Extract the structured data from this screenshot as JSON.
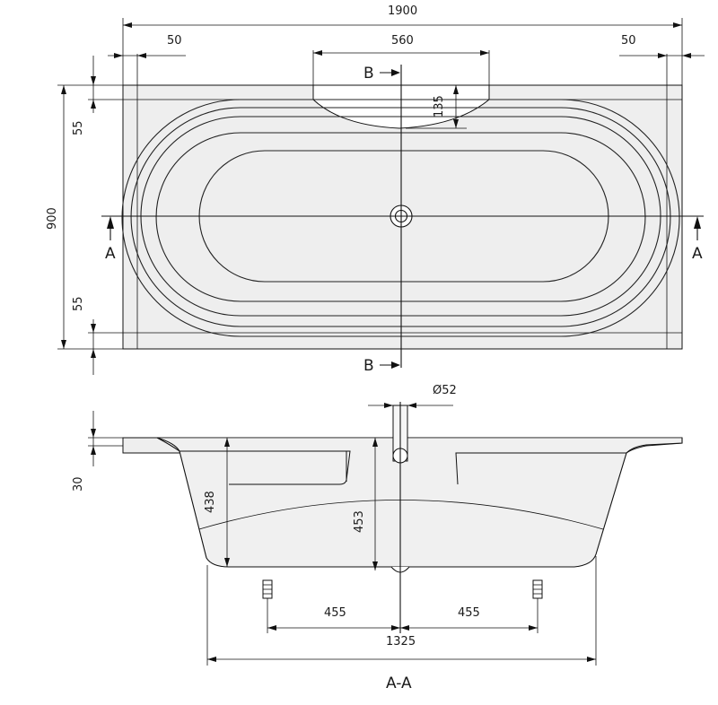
{
  "top_view": {
    "width_total": "1900",
    "edge_left": "50",
    "edge_right": "50",
    "center_cutout": "560",
    "cutout_depth": "135",
    "height_total": "900",
    "rim_top": "55",
    "rim_bottom": "55",
    "section_a_left": "A",
    "section_a_right": "A",
    "section_b_top": "B",
    "section_b_bottom": "B"
  },
  "section_view": {
    "drain_diameter": "Ø52",
    "rim_thickness": "30",
    "depth_side": "438",
    "depth_center": "453",
    "feet_left": "455",
    "feet_right": "455",
    "feet_span": "1325",
    "caption": "A-A"
  },
  "colors": {
    "line": "#111111",
    "fill": "#eeeeee",
    "background": "#ffffff"
  }
}
